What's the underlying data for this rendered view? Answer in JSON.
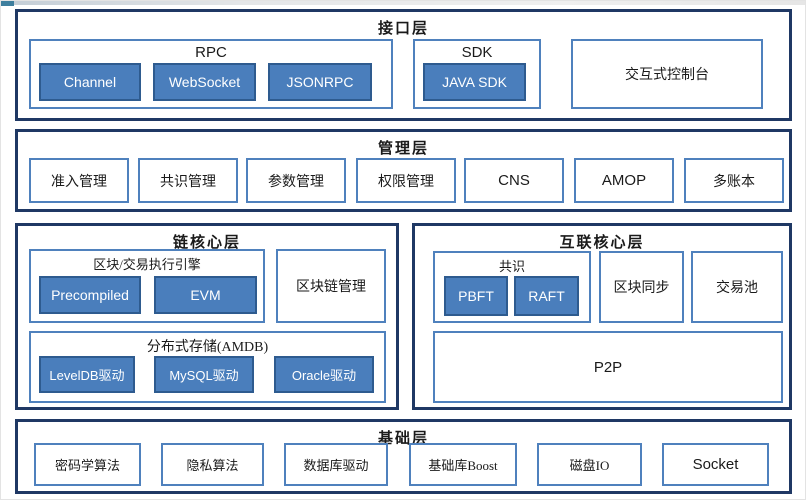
{
  "diagram": {
    "layers": {
      "interface": {
        "title": "接口层",
        "rpc": {
          "title": "RPC",
          "items": [
            "Channel",
            "WebSocket",
            "JSONRPC"
          ]
        },
        "sdk": {
          "title": "SDK",
          "items": [
            "JAVA SDK"
          ]
        },
        "console": "交互式控制台"
      },
      "management": {
        "title": "管理层",
        "items": [
          "准入管理",
          "共识管理",
          "参数管理",
          "权限管理",
          "CNS",
          "AMOP",
          "多账本"
        ]
      },
      "chain_core": {
        "title": "链核心层",
        "engine": {
          "title": "区块/交易执行引擎",
          "items": [
            "Precompiled",
            "EVM"
          ]
        },
        "blockchain_mgmt": "区块链管理",
        "storage": {
          "title": "分布式存储(AMDB)",
          "items": [
            "LevelDB驱动",
            "MySQL驱动",
            "Oracle驱动"
          ]
        }
      },
      "interconnect_core": {
        "title": "互联核心层",
        "consensus": {
          "title": "共识",
          "items": [
            "PBFT",
            "RAFT"
          ]
        },
        "block_sync": "区块同步",
        "tx_pool": "交易池",
        "p2p": "P2P"
      },
      "base": {
        "title": "基础层",
        "items": [
          "密码学算法",
          "隐私算法",
          "数据库驱动",
          "基础库Boost",
          "磁盘IO",
          "Socket"
        ]
      }
    },
    "colors": {
      "frame_border": "#1f3864",
      "container_border": "#4f81bd",
      "filled_fill": "#4a7ebc",
      "filled_border": "#2e5b8f",
      "filled_text": "#ffffff"
    }
  }
}
